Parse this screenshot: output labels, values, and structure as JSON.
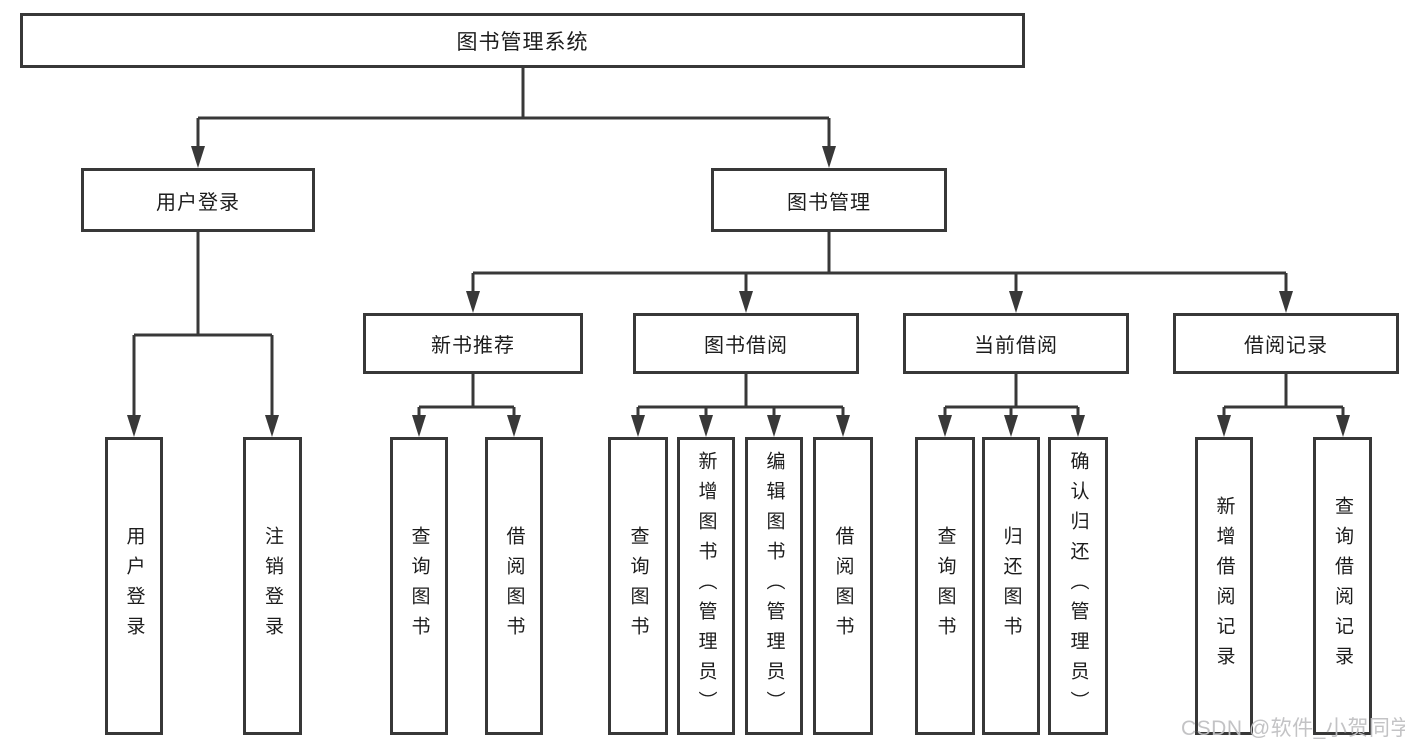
{
  "tree": {
    "root": "图书管理系统",
    "branches": [
      {
        "label": "用户登录",
        "children": [
          "用户登录",
          "注销登录"
        ]
      },
      {
        "label": "图书管理",
        "groups": [
          {
            "label": "新书推荐",
            "children": [
              "查询图书",
              "借阅图书"
            ]
          },
          {
            "label": "图书借阅",
            "children": [
              "查询图书",
              "新增图书（管理员）",
              "编辑图书（管理员）",
              "借阅图书"
            ]
          },
          {
            "label": "当前借阅",
            "children": [
              "查询图书",
              "归还图书",
              "确认归还（管理员）"
            ]
          },
          {
            "label": "借阅记录",
            "children": [
              "新增借阅记录",
              "查询借阅记录"
            ]
          }
        ]
      }
    ]
  },
  "watermark": "CSDN @软件_小贺同学",
  "colors": {
    "line": "#383838",
    "text": "#1c1c1c",
    "watermark": "#c0c0c2",
    "background": "#ffffff"
  }
}
